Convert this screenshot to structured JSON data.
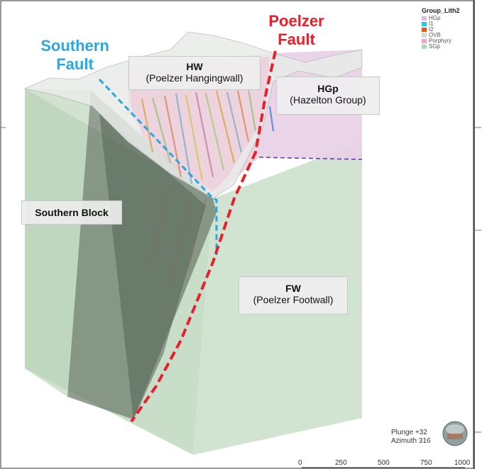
{
  "faults": {
    "southern": {
      "line1": "Southern",
      "line2": "Fault",
      "color": "#29a8e0"
    },
    "poelzer": {
      "line1": "Poelzer",
      "line2": "Fault",
      "color": "#e8202a"
    }
  },
  "labels": {
    "hw": {
      "title": "HW",
      "subtitle": "(Poelzer Hangingwall)"
    },
    "hgp": {
      "title": "HGp",
      "subtitle": "(Hazelton Group)"
    },
    "southern_block": {
      "title": "Southern Block"
    },
    "fw": {
      "title": "FW",
      "subtitle": "(Poelzer Footwall)"
    }
  },
  "legend": {
    "title": "Group_Lith2",
    "items": [
      {
        "name": "HGp",
        "color": "#e6b7e6"
      },
      {
        "name": "I1",
        "color": "#28c8d8"
      },
      {
        "name": "I2",
        "color": "#e05a1e"
      },
      {
        "name": "OVB",
        "color": "#d9d9d9"
      },
      {
        "name": "Porphyry",
        "color": "#f4a6c0"
      },
      {
        "name": "SGp",
        "color": "#a8ddb0"
      }
    ]
  },
  "orientation": {
    "plunge": "Plunge +32",
    "azimuth": "Azimuth 316"
  },
  "scale_bar": {
    "ticks": [
      "0",
      "250",
      "500",
      "750",
      "1000"
    ]
  },
  "colors": {
    "sgp_block": "#cfe3cf",
    "hgp_zone": "#e8d0e6",
    "topo": "#e9ece9",
    "contact_line": "#6a3bb0"
  }
}
